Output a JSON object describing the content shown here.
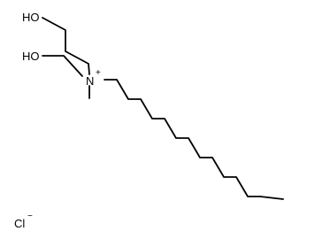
{
  "molecule": {
    "labels": {
      "hydroxyl_top": "HO",
      "hydroxyl_left": "HO",
      "nitrogen": "N",
      "nitrogen_charge": "+",
      "chloride": "Cl",
      "chloride_charge": "−"
    }
  }
}
